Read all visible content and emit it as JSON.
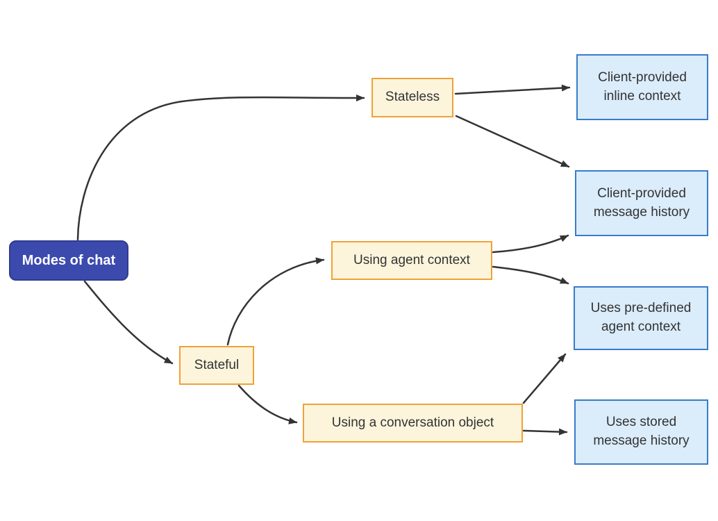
{
  "diagram": {
    "type": "flowchart",
    "direction": "left-to-right",
    "root_label": "Modes of chat",
    "nodes": [
      {
        "id": "modes-of-chat",
        "label": "Modes of chat",
        "role": "root"
      },
      {
        "id": "stateless",
        "label": "Stateless",
        "role": "branch"
      },
      {
        "id": "stateful",
        "label": "Stateful",
        "role": "branch"
      },
      {
        "id": "using-agent-context",
        "label": "Using agent context",
        "role": "branch"
      },
      {
        "id": "using-a-conversation-object",
        "label": "Using a conversation object",
        "role": "branch"
      },
      {
        "id": "client-provided-inline-context",
        "label": "Client-provided inline context",
        "role": "leaf"
      },
      {
        "id": "client-provided-message-history",
        "label": "Client-provided message history",
        "role": "leaf"
      },
      {
        "id": "uses-pre-defined-agent-context",
        "label": "Uses pre-defined agent context",
        "role": "leaf"
      },
      {
        "id": "uses-stored-message-history",
        "label": "Uses stored message history",
        "role": "leaf"
      }
    ],
    "edges": [
      {
        "from": "Modes of chat",
        "to": "Stateless"
      },
      {
        "from": "Modes of chat",
        "to": "Stateful"
      },
      {
        "from": "Stateless",
        "to": "Client-provided inline context"
      },
      {
        "from": "Stateless",
        "to": "Client-provided message history"
      },
      {
        "from": "Stateful",
        "to": "Using agent context"
      },
      {
        "from": "Stateful",
        "to": "Using a conversation object"
      },
      {
        "from": "Using agent context",
        "to": "Client-provided message history"
      },
      {
        "from": "Using agent context",
        "to": "Uses pre-defined agent context"
      },
      {
        "from": "Using a conversation object",
        "to": "Uses pre-defined agent context"
      },
      {
        "from": "Using a conversation object",
        "to": "Uses stored message history"
      }
    ],
    "colors": {
      "background": "#ffffff",
      "root_fill": "#3c4aae",
      "root_border": "#2f3b8f",
      "root_text": "#ffffff",
      "branch_fill": "#fcf5dc",
      "branch_border": "#f0a136",
      "leaf_fill": "#dbecfb",
      "leaf_border": "#377cc8",
      "node_text": "#333333",
      "edge_stroke": "#333333"
    }
  }
}
